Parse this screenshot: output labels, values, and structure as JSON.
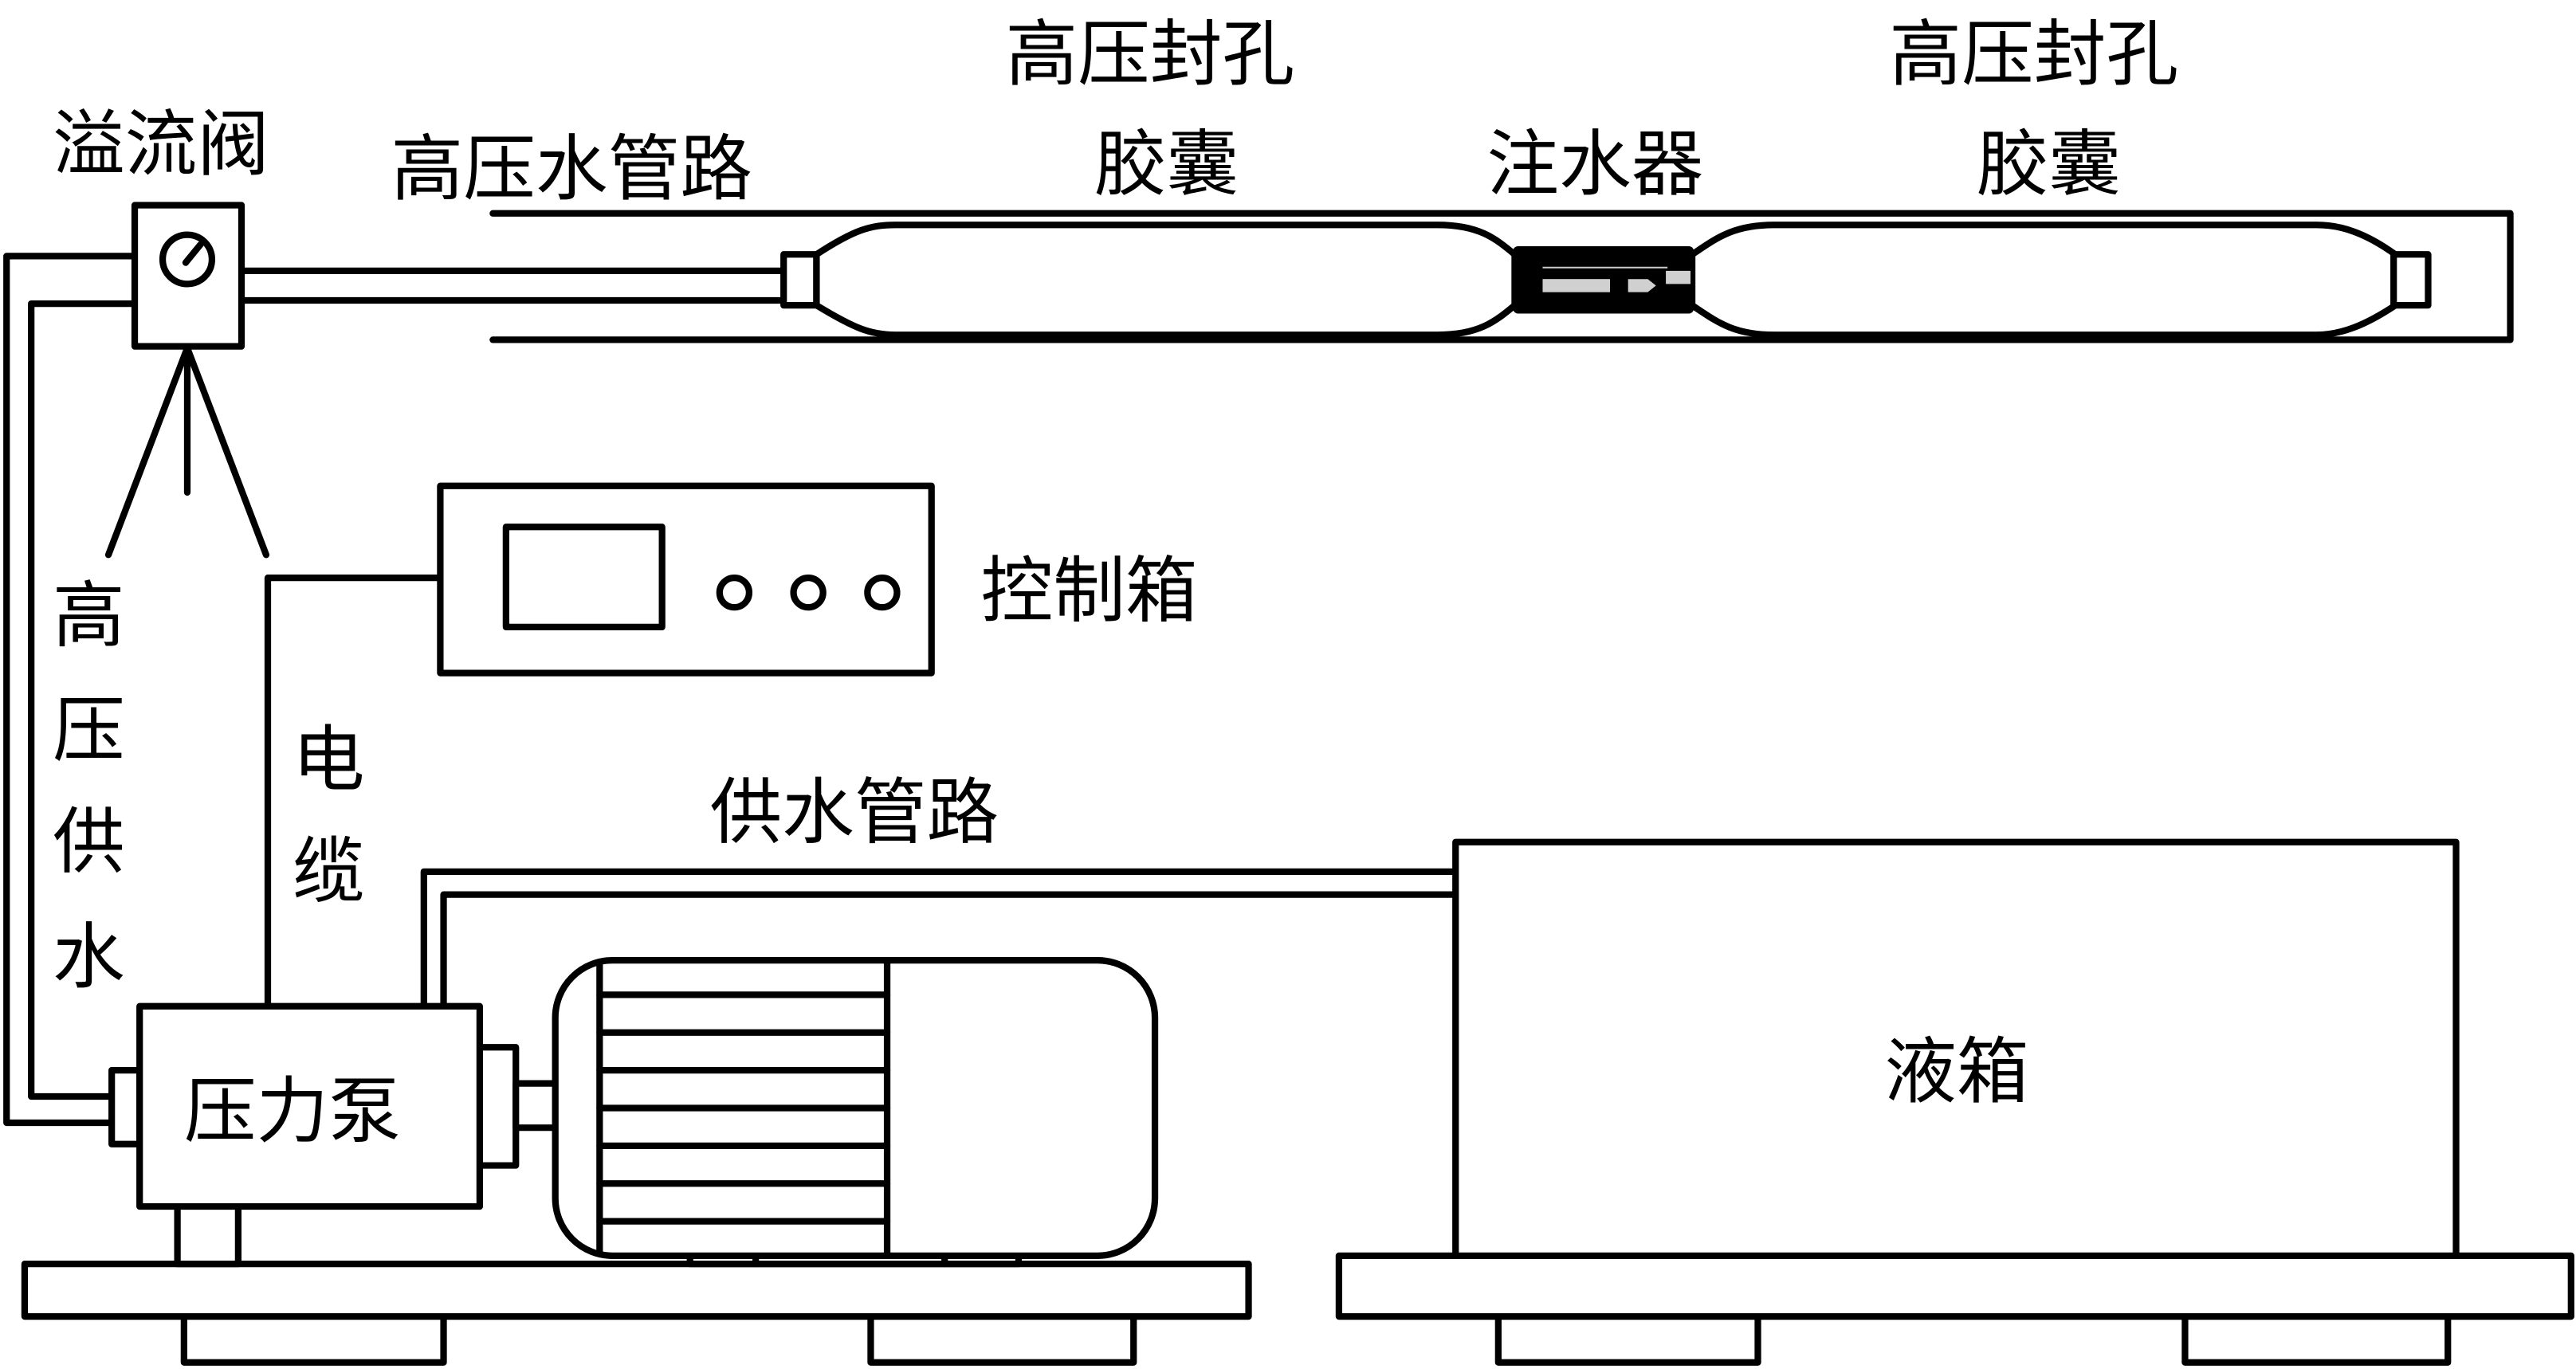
{
  "labels": {
    "overflow_valve": "溢流阀",
    "high_pressure_pipe": "高压水管路",
    "packer_left_line1": "高压封孔",
    "packer_left_line2": "胶囊",
    "water_injector": "注水器",
    "packer_right_line1": "高压封孔",
    "packer_right_line2": "胶囊",
    "control_box": "控制箱",
    "high_pressure_supply": [
      "高",
      "压",
      "供",
      "水"
    ],
    "cable": [
      "电",
      "缆"
    ],
    "supply_pipe": "供水管路",
    "pressure_pump": "压力泵",
    "liquid_tank": "液箱"
  }
}
